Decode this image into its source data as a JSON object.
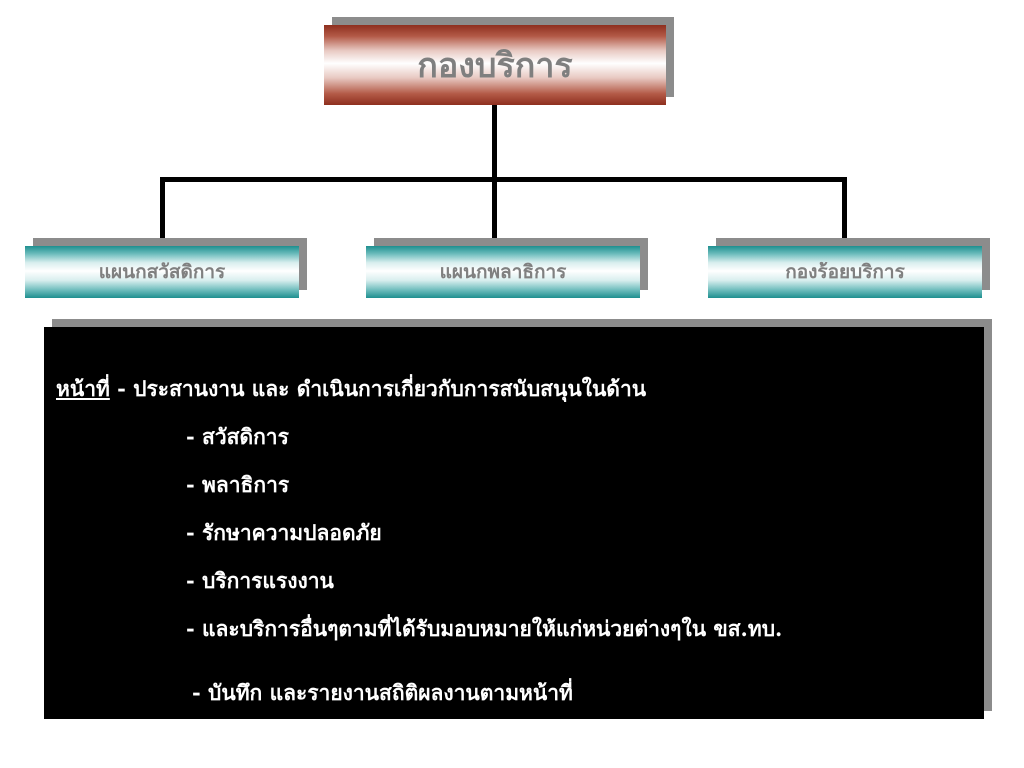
{
  "top_unit": {
    "label": "กองบริการ"
  },
  "sub_units": [
    {
      "label": "แผนกสวัสดิการ"
    },
    {
      "label": "แผนกพลาธิการ"
    },
    {
      "label": "กองร้อยบริการ"
    }
  ],
  "duties": {
    "label": "หน้าที่",
    "intro": " -  ประสานงาน และ ดำเนินการเกี่ยวกับการสนับสนุนในด้าน",
    "items": [
      "-  สวัสดิการ",
      "-  พลาธิการ",
      "-  รักษาความปลอดภัย",
      "-  บริการแรงงาน",
      "-   และบริการอื่นๆตามที่ได้รับมอบหมายให้แก่หน่วยต่างๆใน ขส.ทบ.",
      "- บันทึก และรายงานสถิติผลงานตามหน้าที่"
    ]
  }
}
